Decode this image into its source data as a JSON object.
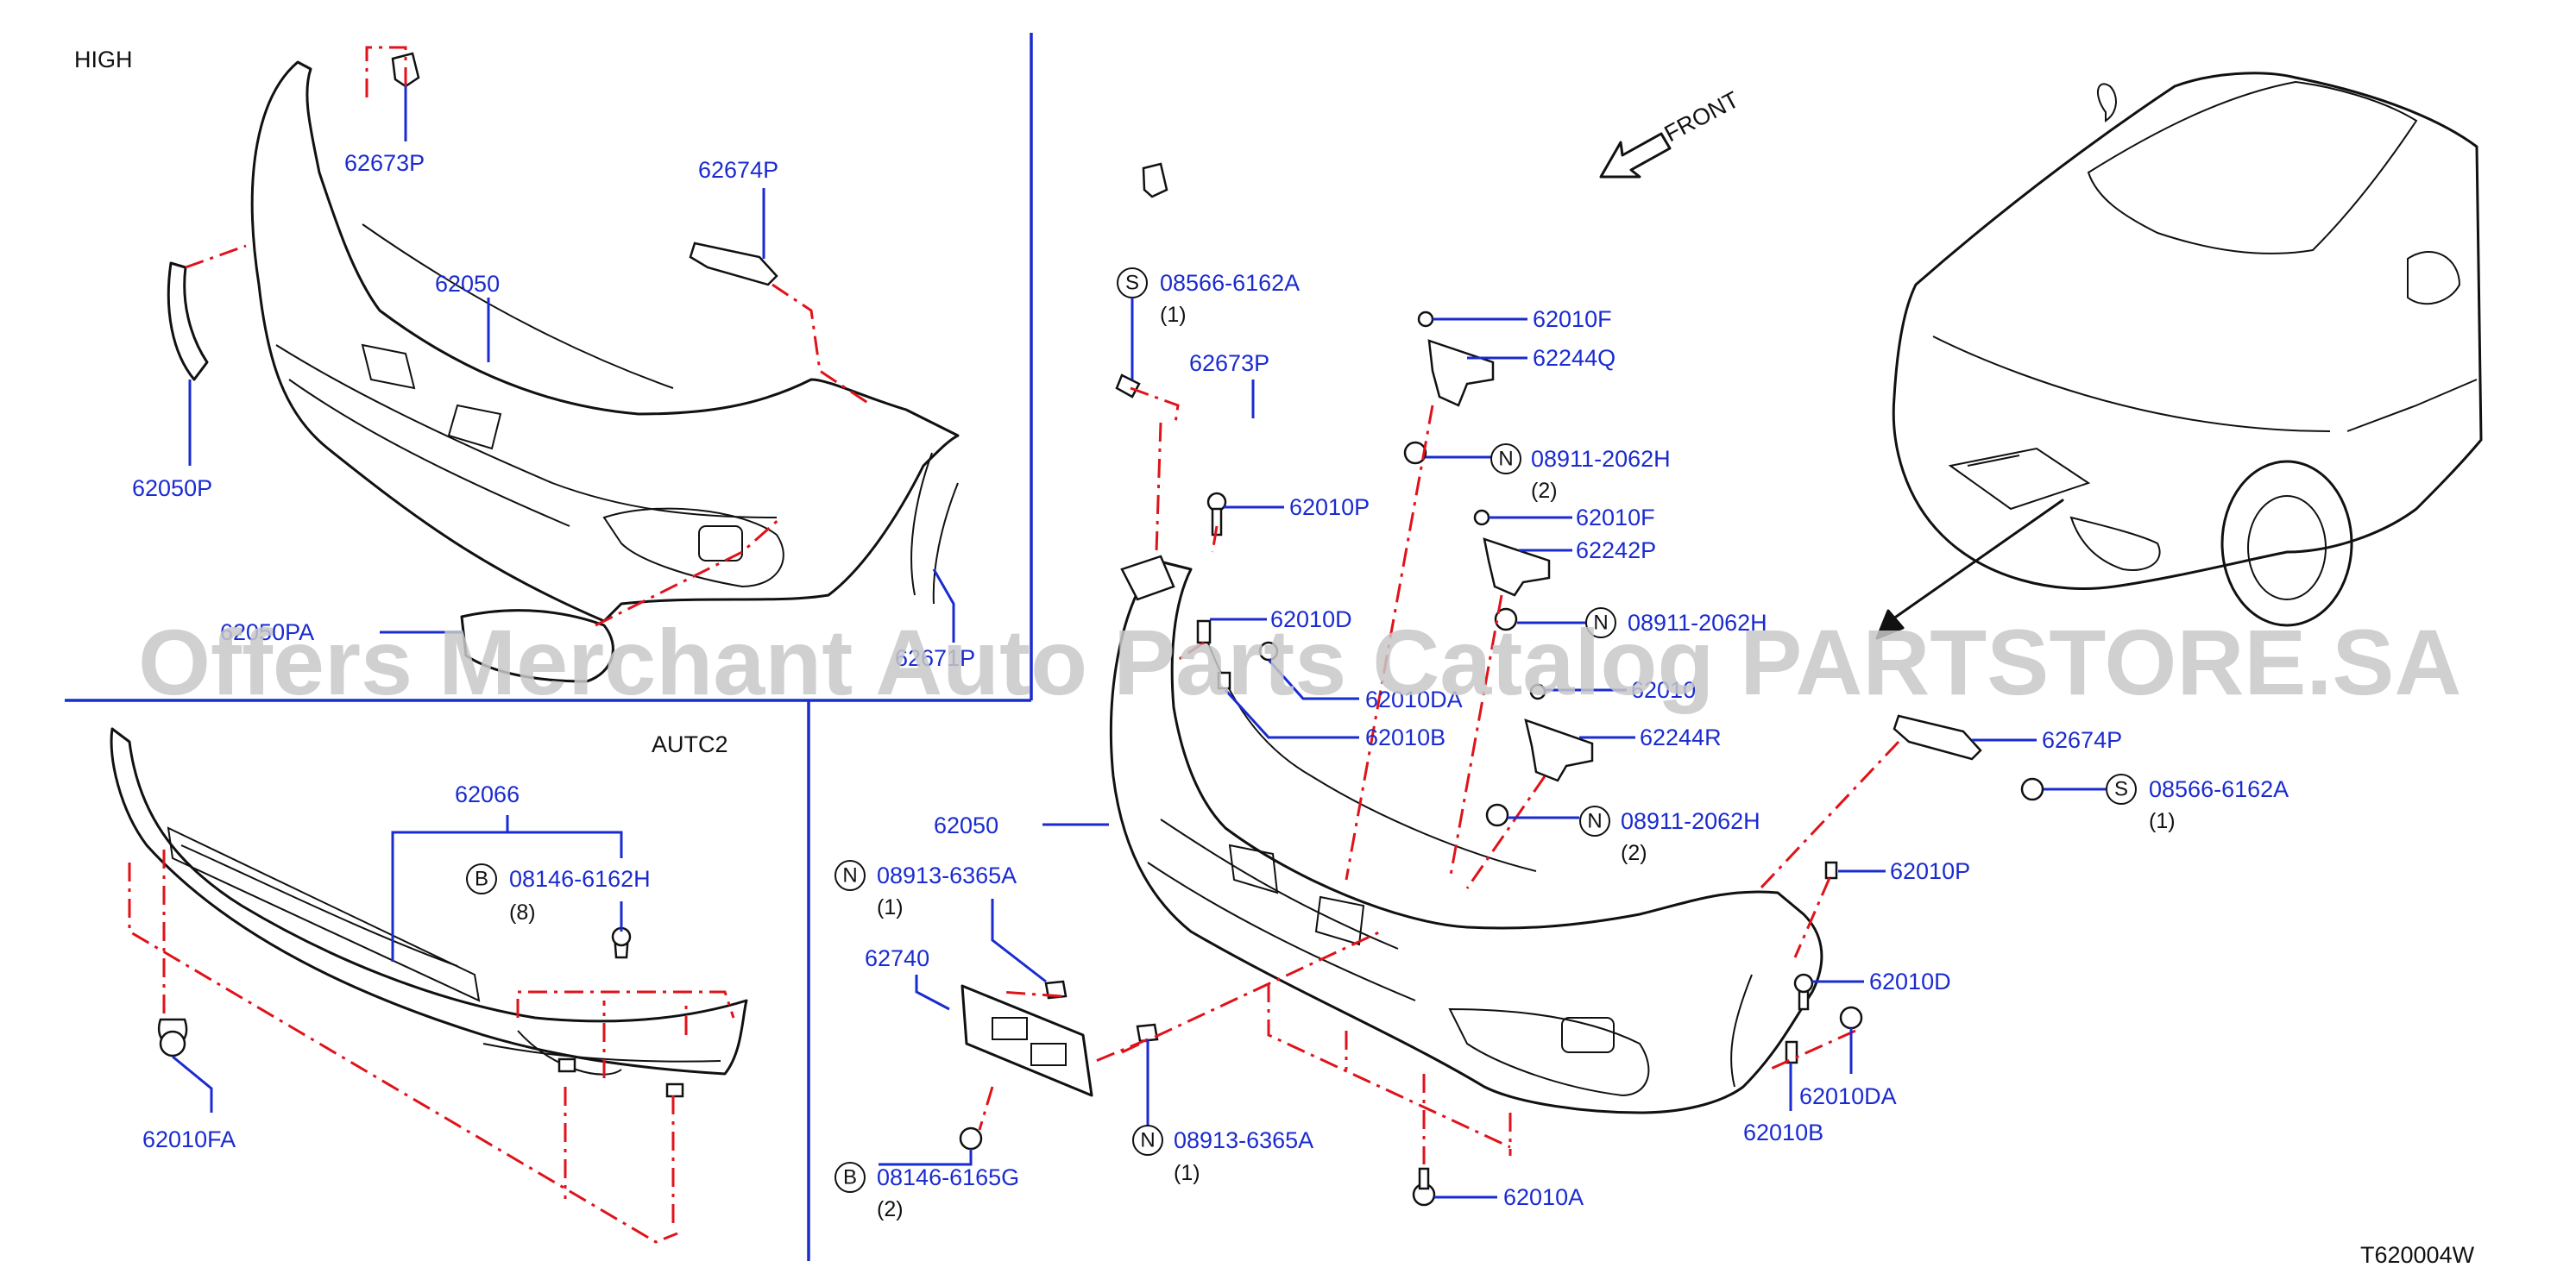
{
  "sections": {
    "high": "HIGH",
    "autc2": "AUTC2",
    "front": "FRONT"
  },
  "diagram_code": "T620004W",
  "watermark": "Offers Merchant Auto Parts Catalog PARTSTORE.SA",
  "colors": {
    "part_label": "#1a2bd0",
    "dash_line": "#e0121a",
    "outline": "#111111",
    "watermark": "#c8c8c8"
  },
  "labels": {
    "p62673P_a": "62673P",
    "p62674P_a": "62674P",
    "p62050_a": "62050",
    "p62050P": "62050P",
    "p62050PA": "62050PA",
    "p62671P": "62671P",
    "p62066": "62066",
    "p08146_6162H": "08146-6162H",
    "p62010FA": "62010FA",
    "p08566_6162A_a": "08566-6162A",
    "p62673P_b": "62673P",
    "p62010P_a": "62010P",
    "p62010D_a": "62010D",
    "p62010DA_a": "62010DA",
    "p62010B_a": "62010B",
    "p62010F_a": "62010F",
    "p62244Q": "62244Q",
    "p08911_2062H_a": "08911-2062H",
    "p62010F_b": "62010F",
    "p62242P": "62242P",
    "p08911_2062H_b": "08911-2062H",
    "p62010_c": "62010",
    "p62244R": "62244R",
    "p08911_2062H_c": "08911-2062H",
    "p62050_b": "62050",
    "p08913_6365A_a": "08913-6365A",
    "p62740": "62740",
    "p08913_6365A_b": "08913-6365A",
    "p08146_6165G": "08146-6165G",
    "p62674P_b": "62674P",
    "p08566_6162A_b": "08566-6162A",
    "p62010P_b": "62010P",
    "p62010D_b": "62010D",
    "p62010DA_b": "62010DA",
    "p62010B_b": "62010B",
    "p62010A": "62010A"
  },
  "quantities": {
    "q08146_6162H": "(8)",
    "q08566_6162A_a": "(1)",
    "q08911_2062H_a": "(2)",
    "q08911_2062H_c": "(2)",
    "q08913_6365A_a": "(1)",
    "q08913_6365A_b": "(1)",
    "q08146_6165G": "(2)",
    "q08566_6162A_b": "(1)"
  },
  "badges": {
    "b08146_6162H": "B",
    "b08566_6162A_a": "S",
    "b08911_2062H_a": "N",
    "b08911_2062H_b": "N",
    "b08911_2062H_c": "N",
    "b08913_6365A_a": "N",
    "b08913_6365A_b": "N",
    "b08146_6165G": "B",
    "b08566_6162A_b": "S"
  }
}
